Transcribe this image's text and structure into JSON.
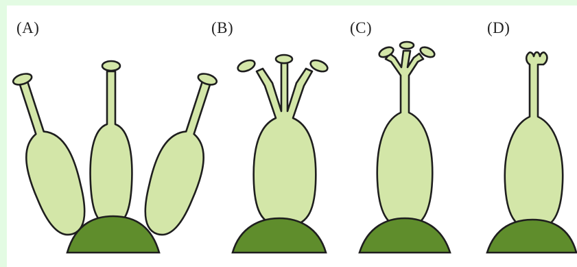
{
  "panels": [
    {
      "label": "(A)",
      "description_key": "three-separate-pistils"
    },
    {
      "label": "(B)",
      "description_key": "fused-ovary-separate-styles"
    },
    {
      "label": "(C)",
      "description_key": "fused-ovary-and-style-separate-stigmas"
    },
    {
      "label": "(D)",
      "description_key": "fully-fused-pistil"
    }
  ],
  "colors": {
    "page_border": "#e3fbe3",
    "ovary_fill": "#d3e6a8",
    "receptacle_fill": "#5f8d2c",
    "outline": "#1e1e1e"
  }
}
